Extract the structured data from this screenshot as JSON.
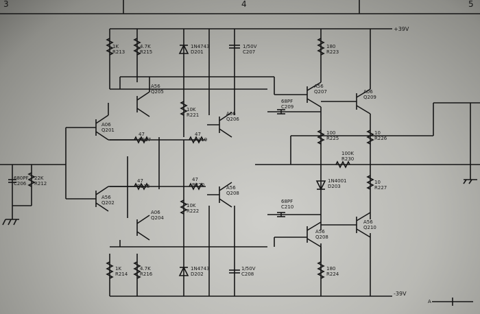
{
  "zones": [
    "3",
    "4",
    "5"
  ],
  "rails": {
    "positive": "+39V",
    "negative": "-39V"
  },
  "scale_label": "A",
  "components": [
    {
      "id": "r213",
      "lines": [
        "1K",
        "R213"
      ]
    },
    {
      "id": "r215",
      "lines": [
        "4.7K",
        "R215"
      ]
    },
    {
      "id": "d201",
      "lines": [
        "1N4743",
        "D201"
      ]
    },
    {
      "id": "c207",
      "lines": [
        "1/50V",
        "C207"
      ]
    },
    {
      "id": "r223",
      "lines": [
        "180",
        "R223"
      ]
    },
    {
      "id": "q205",
      "lines": [
        "A56",
        "Q205"
      ]
    },
    {
      "id": "q207",
      "lines": [
        "A56",
        "Q207"
      ]
    },
    {
      "id": "q209",
      "lines": [
        "A06",
        "Q209"
      ]
    },
    {
      "id": "c209",
      "lines": [
        "68PF",
        "C209"
      ]
    },
    {
      "id": "r221",
      "lines": [
        "10K",
        "R221"
      ]
    },
    {
      "id": "q206",
      "lines": [
        "A06",
        "Q206"
      ]
    },
    {
      "id": "q201",
      "lines": [
        "A06",
        "Q201"
      ]
    },
    {
      "id": "r217",
      "lines": [
        "47",
        "R217"
      ]
    },
    {
      "id": "r219",
      "lines": [
        "47",
        "R219"
      ]
    },
    {
      "id": "r225",
      "lines": [
        "100",
        "R225"
      ]
    },
    {
      "id": "r226",
      "lines": [
        "10",
        "R226"
      ]
    },
    {
      "id": "r230",
      "lines": [
        "100K",
        "R230"
      ]
    },
    {
      "id": "c206",
      "lines": [
        "680PF",
        "C206"
      ]
    },
    {
      "id": "r212",
      "lines": [
        "22K",
        "R212"
      ]
    },
    {
      "id": "r218",
      "lines": [
        "47",
        "R218"
      ]
    },
    {
      "id": "r220",
      "lines": [
        "47",
        "R220"
      ]
    },
    {
      "id": "d203",
      "lines": [
        "1N4001",
        "D203"
      ]
    },
    {
      "id": "r227",
      "lines": [
        "10",
        "R227"
      ]
    },
    {
      "id": "q202",
      "lines": [
        "A56",
        "Q202"
      ]
    },
    {
      "id": "q208b",
      "lines": [
        "A56",
        "Q208"
      ]
    },
    {
      "id": "r222",
      "lines": [
        "10K",
        "R222"
      ]
    },
    {
      "id": "q204",
      "lines": [
        "A06",
        "Q204"
      ]
    },
    {
      "id": "c210",
      "lines": [
        "68PF",
        "C210"
      ]
    },
    {
      "id": "q208",
      "lines": [
        "A56",
        "Q208"
      ]
    },
    {
      "id": "q210",
      "lines": [
        "A56",
        "Q210"
      ]
    },
    {
      "id": "r214",
      "lines": [
        "1K",
        "R214"
      ]
    },
    {
      "id": "r216",
      "lines": [
        "4.7K",
        "R216"
      ]
    },
    {
      "id": "d202",
      "lines": [
        "1N4743",
        "D202"
      ]
    },
    {
      "id": "c208",
      "lines": [
        "1/50V",
        "C208"
      ]
    },
    {
      "id": "r224",
      "lines": [
        "180",
        "R224"
      ]
    }
  ]
}
